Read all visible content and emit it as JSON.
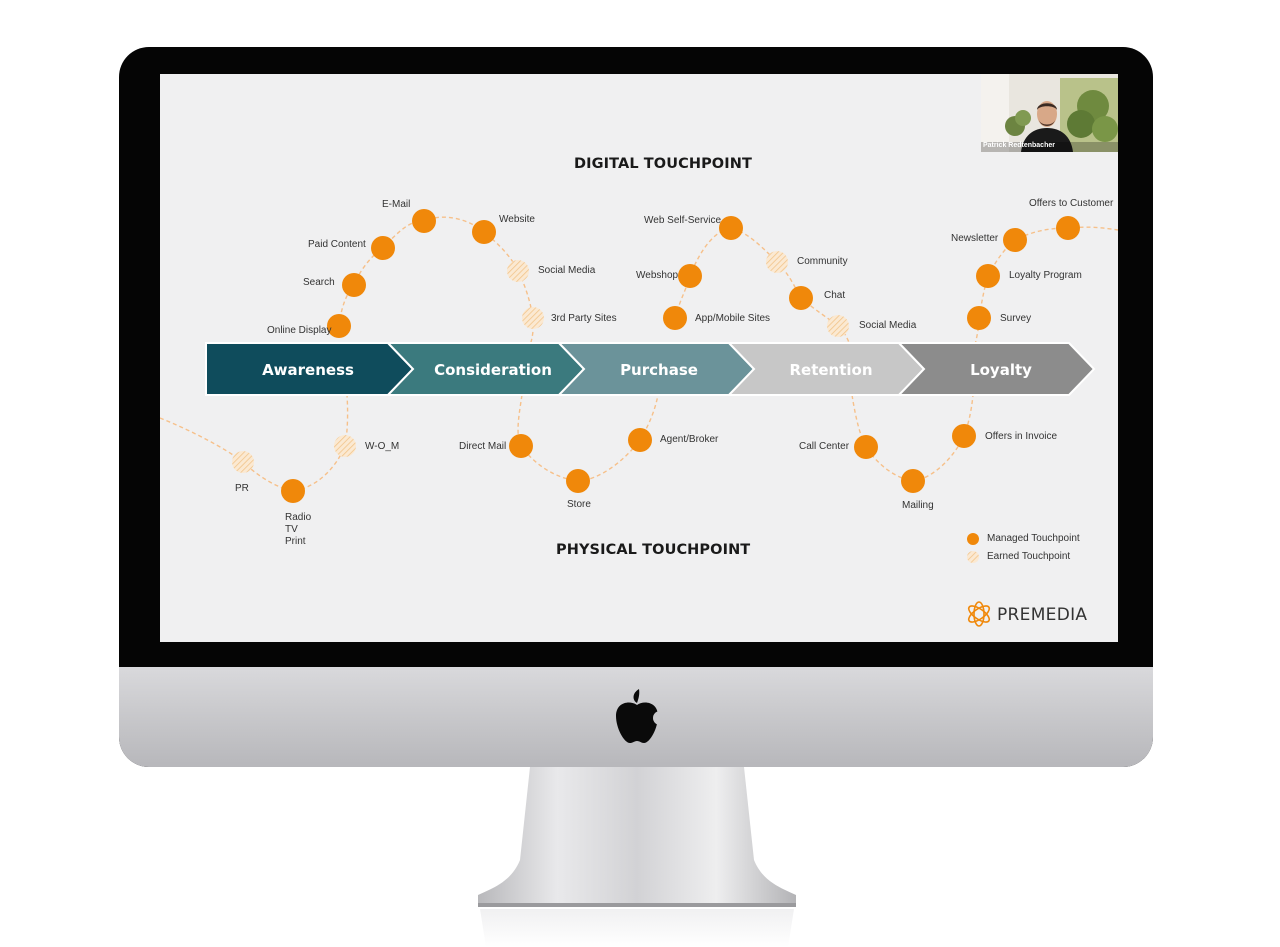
{
  "headings": {
    "digital": "DIGITAL TOUCHPOINT",
    "physical": "PHYSICAL TOUCHPOINT"
  },
  "stages": [
    {
      "label": "Awareness",
      "color": "#0f4c5c"
    },
    {
      "label": "Consideration",
      "color": "#3b7a7e"
    },
    {
      "label": "Purchase",
      "color": "#6b939a"
    },
    {
      "label": "Retention",
      "color": "#c7c7c7"
    },
    {
      "label": "Loyalty",
      "color": "#8c8c8c"
    }
  ],
  "touchpoints": {
    "online_display": "Online Display",
    "search": "Search",
    "paid_content": "Paid Content",
    "email": "E-Mail",
    "website": "Website",
    "social_media_1": "Social Media",
    "third_party_sites": "3rd Party Sites",
    "webshop": "Webshop",
    "web_self_service": "Web Self-Service",
    "app_mobile_sites": "App/Mobile Sites",
    "community": "Community",
    "chat": "Chat",
    "social_media_2": "Social Media",
    "survey": "Survey",
    "loyalty_program": "Loyalty Program",
    "newsletter": "Newsletter",
    "offers_to_customer": "Offers to Customer",
    "pr": "PR",
    "radio": "Radio",
    "tv": "TV",
    "print": "Print",
    "wom": "W-O_M",
    "direct_mail": "Direct Mail",
    "store": "Store",
    "agent_broker": "Agent/Broker",
    "call_center": "Call Center",
    "mailing": "Mailing",
    "offers_in_invoice": "Offers in Invoice"
  },
  "legend": {
    "managed": "Managed Touchpoint",
    "earned": "Earned Touchpoint"
  },
  "brand": "PREMEDIA",
  "video": {
    "participant_name": "Patrick Redtenbacher"
  },
  "colors": {
    "accent": "#f0880a",
    "earned": "#f6d5a9"
  }
}
